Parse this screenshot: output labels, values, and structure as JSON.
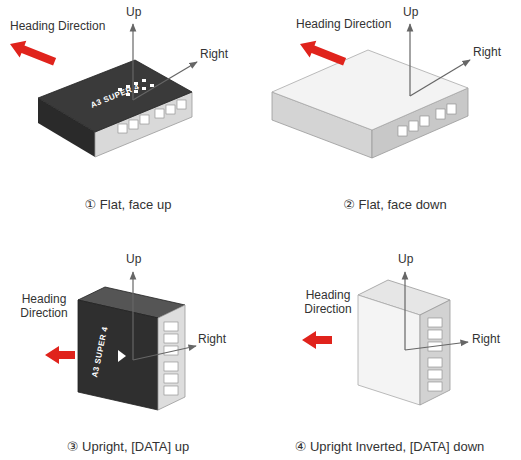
{
  "diagram": {
    "labels": [
      "Heading Direction",
      "Up",
      "Right",
      "A3 SUPER 4",
      "① Flat, face up",
      "Heading Direction",
      "Up",
      "Right",
      "② Flat, face down",
      "Up",
      "Heading Direction",
      "A3 SUPER 4",
      "Right",
      "③ Upright, [DATA] up",
      "Up",
      "Heading Direction",
      "Right",
      "④ Upright Inverted, [DATA] down"
    ]
  }
}
